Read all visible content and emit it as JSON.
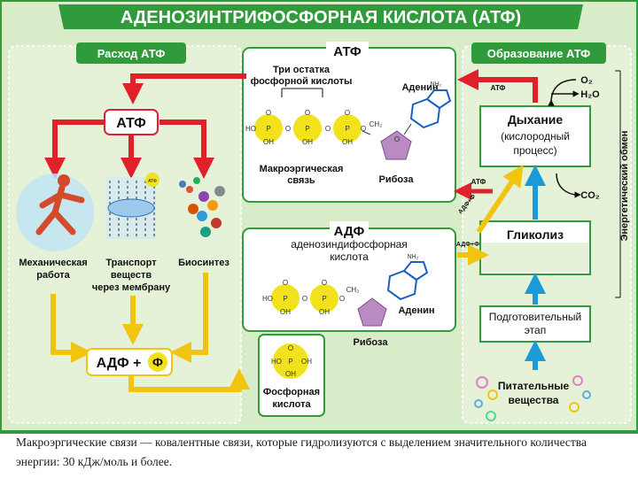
{
  "header": {
    "title": "АДЕНОЗИНТРИФОСФОРНАЯ КИСЛОТА (АТФ)"
  },
  "panels": {
    "consumption": "Расход АТФ",
    "formation": "Образование АТФ"
  },
  "atf_box": {
    "title": "АТФ",
    "three_residues_line1": "Три остатка",
    "three_residues_line2": "фосфорной кислоты",
    "adenine": "Аденин",
    "macro_line1": "Макроэргическая",
    "macro_line2": "связь",
    "ribose": "Рибоза"
  },
  "adf_box": {
    "title": "АДФ",
    "subtitle_line1": "аденозиндифосфорная",
    "subtitle_line2": "кислота",
    "adenine": "Аденин",
    "ribose": "Рибоза"
  },
  "chem": {
    "O": "O",
    "P": "P",
    "OH": "OH",
    "HO": "HO",
    "O_link": "O",
    "CH2": "CH₂",
    "H": "H",
    "N": "N",
    "NH2": "NH₂",
    "ring_O": "O"
  },
  "consumption_flow": {
    "atf_label": "АТФ",
    "mech_line1": "Механическая",
    "mech_line2": "работа",
    "transport_line1": "Транспорт",
    "transport_line2": "веществ",
    "transport_line3": "через мембрану",
    "biosynth": "Биосинтез",
    "atf_tag": "АТФ",
    "adf_plus": "АДФ +",
    "phi": "Ф"
  },
  "phosphate": {
    "line1": "Фосфорная",
    "line2": "кислота"
  },
  "formation_flow": {
    "respiration_line1": "Дыхание",
    "respiration_line2": "(кислородный",
    "respiration_line3": "процесс)",
    "glycolysis": "Гликолиз",
    "prep_line1": "Подготовительный",
    "prep_line2": "этап",
    "nutrients_line1": "Питательные",
    "nutrients_line2": "вещества",
    "o2": "O₂",
    "h2o": "H₂O",
    "co2": "CO₂",
    "atf_small1": "АТФ",
    "atf_small2": "АТФ",
    "adf_f1": "АДФ+Ф",
    "adf_f2": "АДФ+Ф",
    "side_label": "Энергетический обмен"
  },
  "caption": "Макроэргические связи — ковалентные связи, которые гидролизуются с выделением значительного количества энергии: 30 кДж/моль и более.",
  "colors": {
    "green": "#2f9b3a",
    "light_green": "#d9ecc9",
    "red": "#e0202a",
    "yellow": "#f1c40f",
    "blue": "#1a9ad6",
    "violet": "#b98bc2"
  }
}
